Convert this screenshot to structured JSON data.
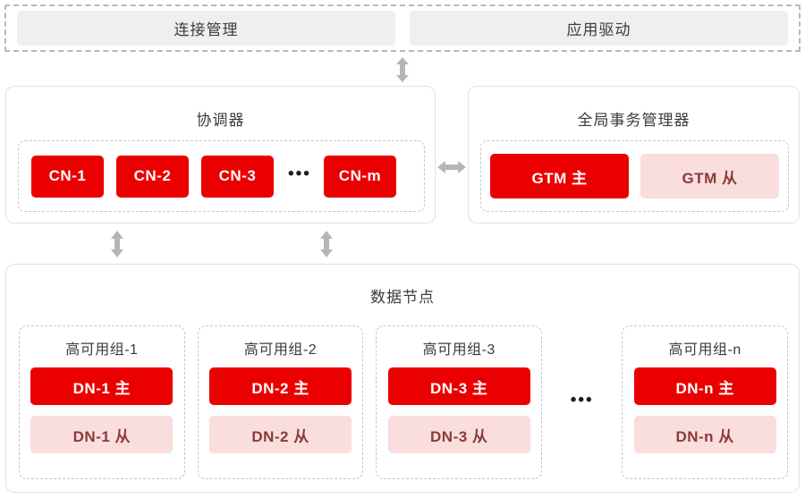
{
  "diagram": {
    "title": "distributed-database-architecture",
    "colors": {
      "primary_red": "#ea0000",
      "standby_pink": "#fadddd",
      "standby_text": "#8a3a3a",
      "panel_border": "#e2e2e2",
      "dashed_border": "#c6c6c6",
      "gray_box": "#efefef",
      "arrow_gray": "#b5b5b5"
    }
  },
  "access_layer": {
    "boxes": [
      {
        "label": "连接管理"
      },
      {
        "label": "应用驱动"
      }
    ]
  },
  "coordinator": {
    "title": "协调器",
    "nodes": [
      {
        "label": "CN-1"
      },
      {
        "label": "CN-2"
      },
      {
        "label": "CN-3"
      },
      {
        "label": "CN-m"
      }
    ],
    "ellipsis": "•••"
  },
  "gtm": {
    "title": "全局事务管理器",
    "primary": {
      "label": "GTM 主"
    },
    "standby": {
      "label": "GTM 从"
    }
  },
  "data_nodes": {
    "title": "数据节点",
    "ellipsis": "•••",
    "groups": [
      {
        "label": "高可用组-1",
        "primary": "DN-1 主",
        "standby": "DN-1 从"
      },
      {
        "label": "高可用组-2",
        "primary": "DN-2 主",
        "standby": "DN-2 从"
      },
      {
        "label": "高可用组-3",
        "primary": "DN-3 主",
        "standby": "DN-3 从"
      },
      {
        "label": "高可用组-n",
        "primary": "DN-n 主",
        "standby": "DN-n 从"
      }
    ]
  },
  "connectors": [
    {
      "name": "access-to-coordinator",
      "direction": "vertical-bidirectional"
    },
    {
      "name": "coordinator-to-gtm",
      "direction": "horizontal-bidirectional"
    },
    {
      "name": "coordinator-to-datanodes-left",
      "direction": "vertical-bidirectional"
    },
    {
      "name": "coordinator-to-datanodes-mid",
      "direction": "vertical-bidirectional"
    }
  ]
}
